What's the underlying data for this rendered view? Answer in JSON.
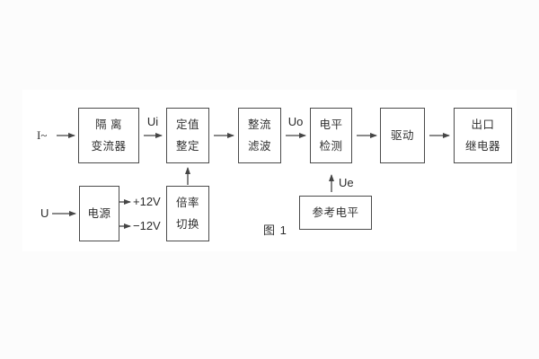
{
  "figure": {
    "caption": "图 1",
    "background_color": "#fcfcfc",
    "paper_color": "#ffffff",
    "line_color": "#454545",
    "text_color": "#303030"
  },
  "blocks": [
    {
      "id": "isolation-transformer",
      "line1": "隔 离",
      "line2": "变流器"
    },
    {
      "id": "setting-adjustment",
      "line1": "定值",
      "line2": "整定"
    },
    {
      "id": "rectifier-filter",
      "line1": "整流",
      "line2": "滤波"
    },
    {
      "id": "level-detection",
      "line1": "电平",
      "line2": "检测"
    },
    {
      "id": "driver",
      "line1": "驱动",
      "line2": ""
    },
    {
      "id": "output-relay",
      "line1": "出口",
      "line2": "继电器"
    },
    {
      "id": "power-supply",
      "line1": "电源",
      "line2": ""
    },
    {
      "id": "ratio-switch",
      "line1": "倍率",
      "line2": "切换"
    },
    {
      "id": "reference-level",
      "line1": "参考电平",
      "line2": ""
    }
  ],
  "labels": {
    "input_current": "I~",
    "input_voltage": "U",
    "signal_ui": "Ui",
    "signal_uo": "Uo",
    "signal_ue": "Ue",
    "rail_plus": "+12V",
    "rail_minus": "−12V"
  }
}
